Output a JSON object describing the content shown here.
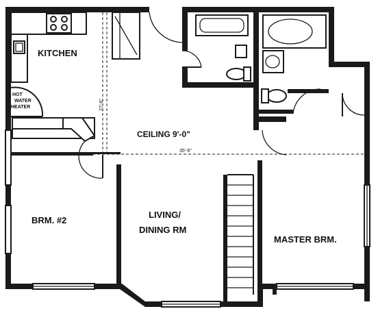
{
  "rooms": {
    "kitchen": "KITCHEN",
    "hot_water_heater": [
      "HOT",
      "WATER",
      "HEATER"
    ],
    "ceiling": "CEILING 9'-0\"",
    "bedroom2": "BRM. #2",
    "living_line1": "LIVING/",
    "living_line2": "DINING RM",
    "master": "MASTER BRM."
  },
  "dimensions": {
    "width": "35'-6\"",
    "depth": "27'-6\""
  }
}
